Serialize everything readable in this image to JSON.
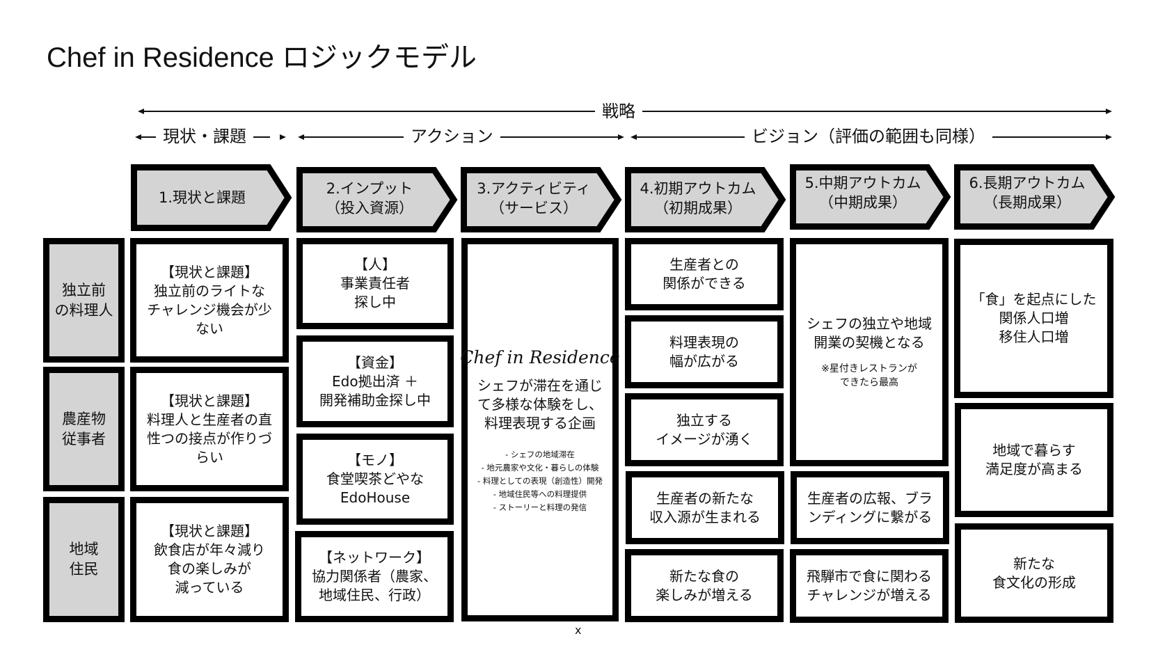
{
  "title": "Chef in Residence ロジックモデル",
  "strategy": {
    "label": "戦略",
    "sections": [
      {
        "label": "現状・課題"
      },
      {
        "label": "アクション"
      },
      {
        "label": "ビジョン（評価の範囲も同様）"
      }
    ]
  },
  "headers": [
    {
      "line1": "1.現状と課題",
      "line2": ""
    },
    {
      "line1": "2.インプット",
      "line2": "（投入資源）"
    },
    {
      "line1": "3.アクティビティ",
      "line2": "（サービス）"
    },
    {
      "line1": "4.初期アウトカム",
      "line2": "（初期成果）"
    },
    {
      "line1": "5.中期アウトカム",
      "line2": "（中期成果）"
    },
    {
      "line1": "6.長期アウトカム",
      "line2": "（長期成果）"
    }
  ],
  "stakeholders": [
    {
      "line1": "独立前",
      "line2": "の料理人"
    },
    {
      "line1": "農産物",
      "line2": "従事者"
    },
    {
      "line1": "地域",
      "line2": "住民"
    }
  ],
  "issues": [
    {
      "lines": [
        "【現状と課題】",
        "独立前のライトな",
        "チャレンジ機会が少",
        "ない"
      ]
    },
    {
      "lines": [
        "【現状と課題】",
        "料理人と生産者の直",
        "性つの接点が作りづ",
        "らい"
      ]
    },
    {
      "lines": [
        "【現状と課題】",
        "飲食店が年々減り",
        "食の楽しみが",
        "減っている"
      ]
    }
  ],
  "inputs": [
    {
      "lines": [
        "【人】",
        "事業責任者",
        "探し中"
      ]
    },
    {
      "lines": [
        "【資金】",
        "Edo拠出済 ＋",
        "開発補助金探し中"
      ]
    },
    {
      "lines": [
        "【モノ】",
        "食堂喫茶どやな",
        "EdoHouse"
      ]
    },
    {
      "lines": [
        "【ネットワーク】",
        "協力関係者（農家、",
        "地域住民、行政）"
      ]
    }
  ],
  "activity": {
    "brand": "Chef in Residence",
    "summary": [
      "シェフが滞在を通じ",
      "て多様な体験をし、",
      "料理表現する企画"
    ],
    "details": [
      "- シェフの地域滞在",
      "- 地元農家や文化・暮らしの体験",
      "- 料理としての表現（創造性）開発",
      "- 地域住民等への料理提供",
      "- ストーリーと料理の発信"
    ]
  },
  "initial_outcomes": [
    {
      "lines": [
        "生産者との",
        "関係ができる"
      ]
    },
    {
      "lines": [
        "料理表現の",
        "幅が広がる"
      ]
    },
    {
      "lines": [
        "独立する",
        "イメージが湧く"
      ]
    },
    {
      "lines": [
        "生産者の新たな",
        "収入源が生まれる"
      ]
    },
    {
      "lines": [
        "新たな食の",
        "楽しみが増える"
      ]
    }
  ],
  "mid_outcomes": [
    {
      "lines": [
        "シェフの独立や地域",
        "開業の契機となる"
      ],
      "note": [
        "※星付きレストランが",
        "できたら最高"
      ]
    },
    {
      "lines": [
        "生産者の広報、ブラ",
        "ンディングに繋がる"
      ]
    },
    {
      "lines": [
        "飛騨市で食に関わる",
        "チャレンジが増える"
      ]
    }
  ],
  "long_outcomes": [
    {
      "lines": [
        "「食」を起点にした",
        "関係人口増",
        "移住人口増"
      ]
    },
    {
      "lines": [
        "地域で暮らす",
        "満足度が高まる"
      ]
    },
    {
      "lines": [
        "新たな",
        "食文化の形成"
      ]
    }
  ],
  "footer_mark": "x",
  "colors": {
    "header_fill": "#d4d4d4",
    "stakeholder_fill": "#d4d4d4",
    "border": "#000000",
    "background": "#ffffff"
  }
}
